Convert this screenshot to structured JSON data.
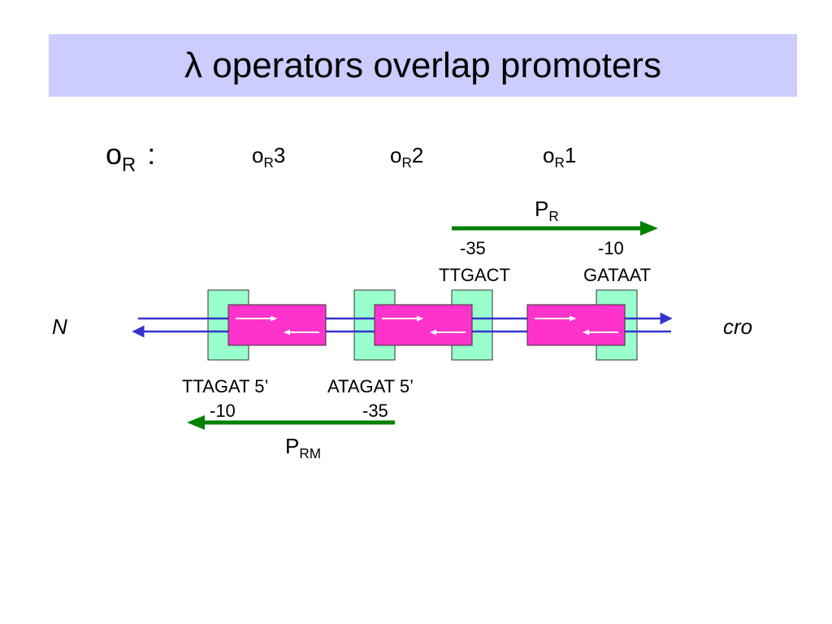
{
  "title": {
    "symbol": "λ",
    "text": "operators overlap promoters"
  },
  "operator_region": {
    "prefix": "o",
    "subscript": "R",
    "colon": ":"
  },
  "operators": [
    {
      "prefix": "o",
      "subscript": "R",
      "number": "3"
    },
    {
      "prefix": "o",
      "subscript": "R",
      "number": "2"
    },
    {
      "prefix": "o",
      "subscript": "R",
      "number": "1"
    }
  ],
  "promoter_pr": {
    "prefix": "P",
    "subscript": "R",
    "minus35_position": "-35",
    "minus35_sequence": "TTGACT",
    "minus10_position": "-10",
    "minus10_sequence": "GATAAT"
  },
  "promoter_prm": {
    "prefix": "P",
    "subscript": "RM",
    "minus10_sequence": "TTAGAT 5’",
    "minus10_position": "-10",
    "minus35_sequence": "ATAGAT 5’",
    "minus35_position": "-35"
  },
  "left_gene": "N",
  "right_gene": "cro",
  "colors": {
    "title_bg": "#ccccff",
    "dna_line": "#3333cc",
    "operator_box": "#ff33cc",
    "promoter_box": "#99ffcc",
    "promoter_arrow": "#008000",
    "inner_arrow": "#ffffff"
  }
}
